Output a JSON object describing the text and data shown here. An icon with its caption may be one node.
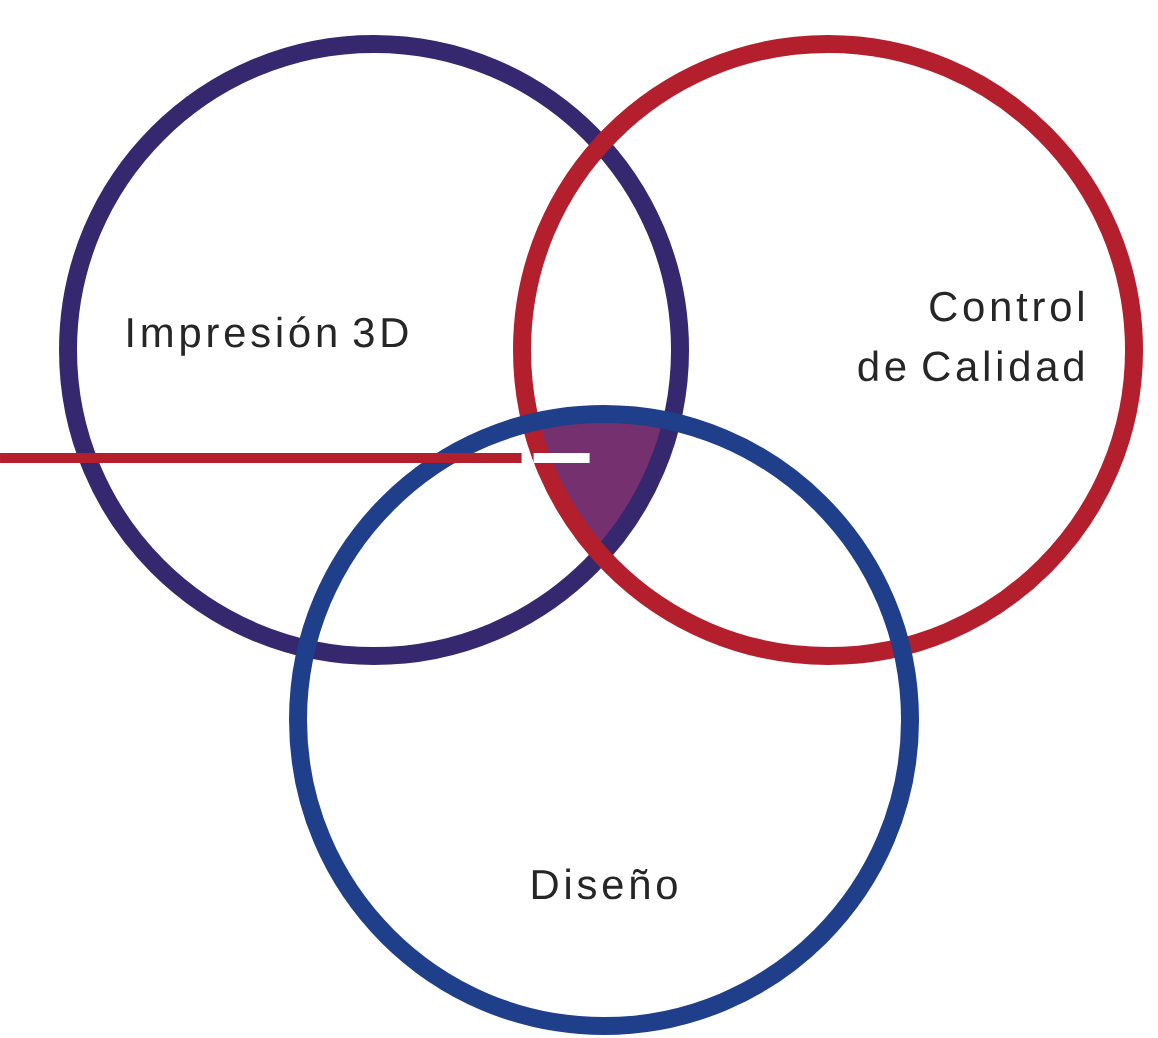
{
  "diagram": {
    "nodes": [
      {
        "text": [
          "Impresión 3D"
        ]
      },
      {
        "text": [
          "Control de Calidad"
        ]
      },
      {
        "text": [
          "Diseño"
        ]
      },
      {
        "text": [],
        "shape": "lens"
      }
    ],
    "edges": [
      {
        "from": null,
        "to": 3,
        "arrow": "none",
        "color": "#b41f2d"
      }
    ]
  }
}
